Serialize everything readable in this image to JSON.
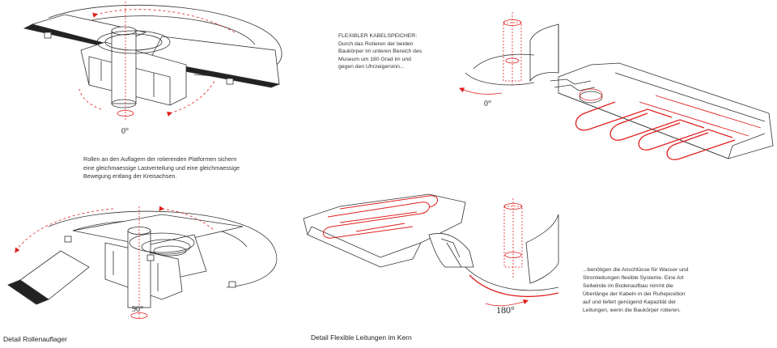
{
  "captions": {
    "rollers": "Detail Rollenauflager",
    "cables": "Detail Flexible Leitungen im Kern"
  },
  "angles": {
    "top_left": "0°",
    "bottom_left": "90°",
    "top_right": "0°",
    "bottom_right": "180°"
  },
  "notes": {
    "rollers": [
      "Rollen an den Auflagern der rotierenden Platformen sichern",
      "eine gleichmaessige Lastverteilung und eine gleichmaessige",
      "Bewegung entlang der Kreisachsen."
    ],
    "cable_store": [
      "FLEXIBLER KABELSPEICHER:",
      "Durch das Rotieren der beiden",
      "Baukörper im unteren Bereich des",
      "Museum um 180 Grad im und",
      "gegen den Uhrzeigersinn..."
    ],
    "cable_connections": [
      "...benötigen die Anschlüsse für Wasser und",
      "Stromleitungen flexible Systeme. Eine Art",
      "Seilwinde im Bodenaufbau nimmt die",
      "Überlänge der Kabeln in der Ruheposition",
      "auf und liefert genügend Kapazität der",
      "Leitungen, wenn die Baukörper rotieren."
    ]
  },
  "colors": {
    "accent": "#e02020",
    "line": "#333333"
  }
}
